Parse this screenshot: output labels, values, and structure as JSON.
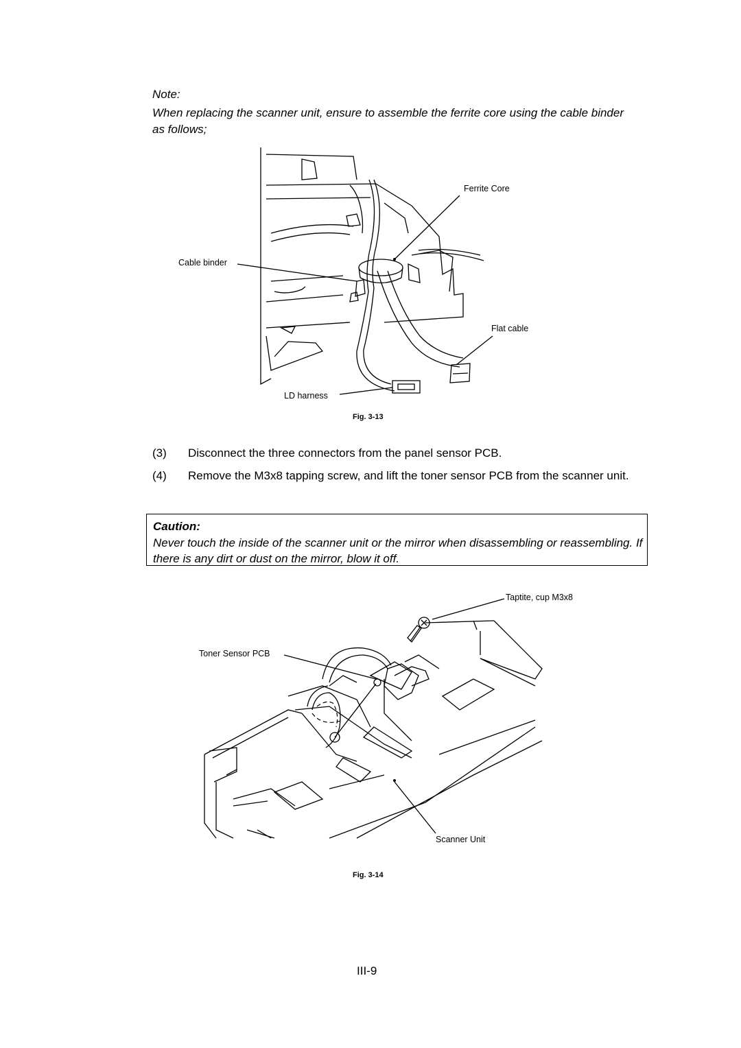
{
  "note": {
    "heading": "Note:",
    "text": "When replacing the scanner unit, ensure to assemble the ferrite core using the cable binder as follows;"
  },
  "figure_13": {
    "caption": "Fig. 3-13",
    "labels": {
      "ferrite_core": "Ferrite Core",
      "cable_binder": "Cable binder",
      "flat_cable": "Flat cable",
      "ld_harness": "LD harness"
    }
  },
  "steps": [
    {
      "number": "(3)",
      "text": "Disconnect the three connectors from the panel sensor PCB."
    },
    {
      "number": "(4)",
      "text": "Remove the M3x8 tapping screw, and lift the toner sensor PCB from the scanner unit."
    }
  ],
  "caution": {
    "heading": "Caution:",
    "text": "Never touch the inside of the scanner unit or the mirror when disassembling or reassembling.  If there is any dirt or dust on the mirror, blow it off."
  },
  "figure_14": {
    "caption": "Fig. 3-14",
    "labels": {
      "taptite": "Taptite, cup M3x8",
      "toner_sensor_pcb": "Toner Sensor PCB",
      "scanner_unit": "Scanner Unit"
    }
  },
  "page_number": "III-9"
}
